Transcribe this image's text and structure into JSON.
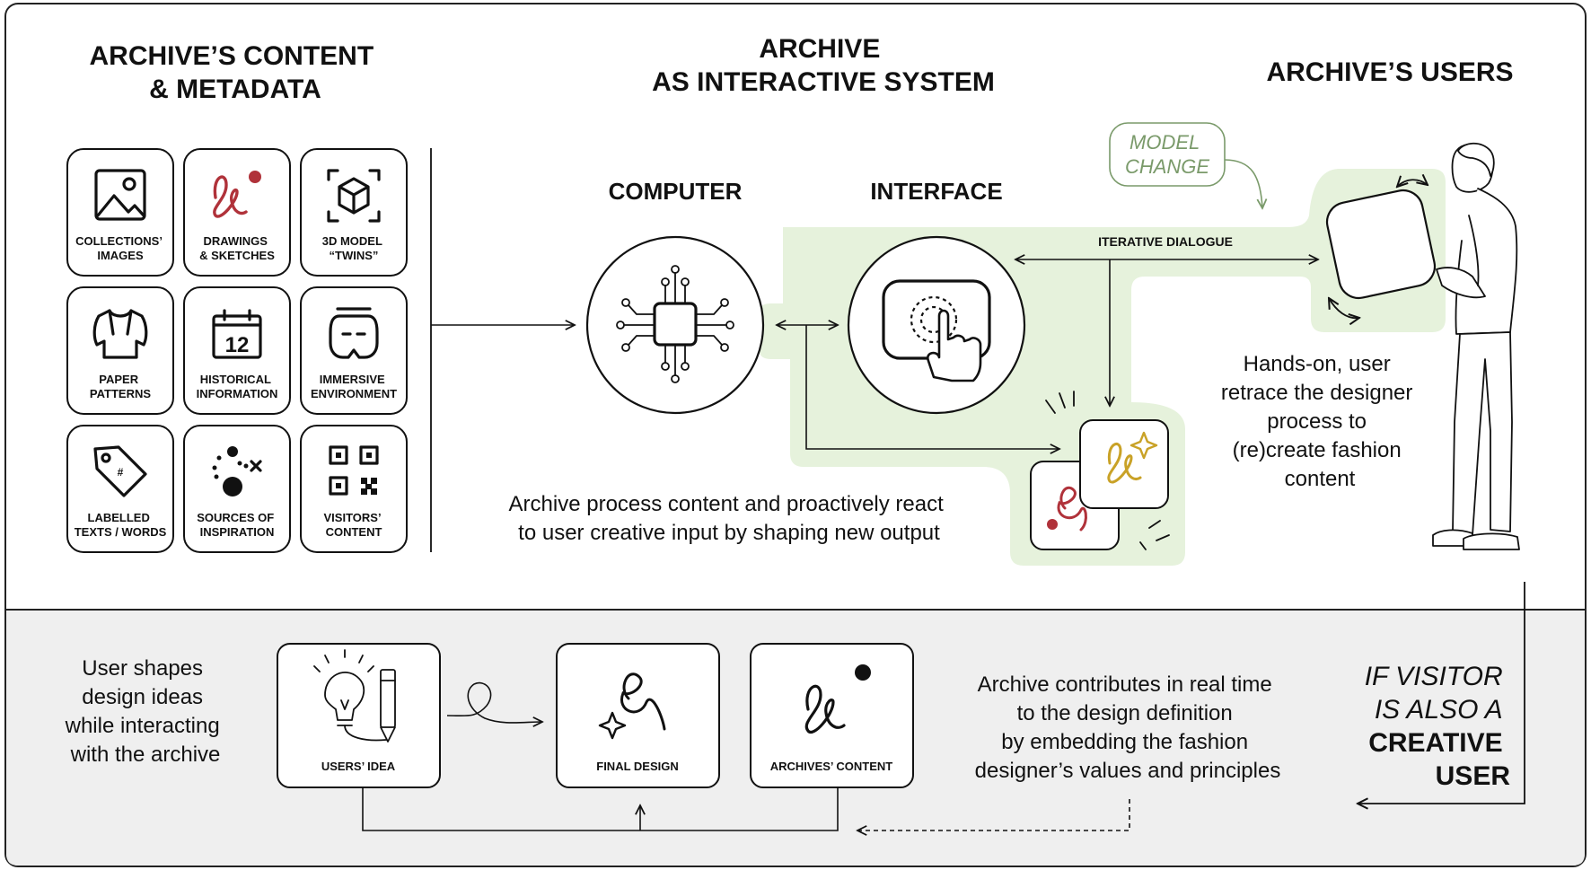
{
  "colors": {
    "accent_red": "#b0323a",
    "accent_gold": "#c9a227",
    "green_zone": "#e6f2dc",
    "green_text": "#7a9a6a",
    "bottom_band": "#efefef"
  },
  "sections": {
    "content_title": [
      "ARCHIVE’S CONTENT",
      "& METADATA"
    ],
    "system_title": [
      "ARCHIVE",
      "AS INTERACTIVE SYSTEM"
    ],
    "users_title": "ARCHIVE’S USERS"
  },
  "tiles": [
    {
      "icon": "image-icon",
      "lines": [
        "COLLECTIONS’",
        "IMAGES"
      ]
    },
    {
      "icon": "scribble-icon",
      "lines": [
        "DRAWINGS",
        "& SKETCHES"
      ]
    },
    {
      "icon": "cube-scan-icon",
      "lines": [
        "3D MODEL",
        "“TWINS”"
      ]
    },
    {
      "icon": "garment-icon",
      "lines": [
        "PAPER",
        "PATTERNS"
      ]
    },
    {
      "icon": "calendar-icon",
      "lines": [
        "HISTORICAL",
        "INFORMATION"
      ],
      "calendar_day": "12"
    },
    {
      "icon": "vr-headset-icon",
      "lines": [
        "IMMERSIVE",
        "ENVIRONMENT"
      ]
    },
    {
      "icon": "tag-icon",
      "lines": [
        "LABELLED",
        "TEXTS / WORDS"
      ],
      "tag_mark": "#"
    },
    {
      "icon": "dots-icon",
      "lines": [
        "SOURCES OF",
        "INSPIRATION"
      ]
    },
    {
      "icon": "qr-icon",
      "lines": [
        "VISITORS’",
        "CONTENT"
      ]
    }
  ],
  "system": {
    "computer_label": "COMPUTER",
    "interface_label": "INTERFACE",
    "dialogue_label": "ITERATIVE DIALOGUE",
    "model_change": [
      "MODEL",
      "CHANGE"
    ],
    "caption": [
      "Archive process content and proactively react",
      "to user creative input by shaping new output"
    ]
  },
  "users": {
    "caption": [
      "Hands-on, user",
      "retrace the designer",
      "process to",
      "(re)create fashion",
      "content"
    ]
  },
  "bottom": {
    "left_text": [
      "User shapes",
      "design ideas",
      "while interacting",
      "with the archive"
    ],
    "boxes": [
      {
        "icon": "idea-pencil-icon",
        "label": "USERS’ IDEA"
      },
      {
        "icon": "design-scribble-icon",
        "label": "FINAL DESIGN"
      },
      {
        "icon": "archive-scribble-icon",
        "label": "ARCHIVES’ CONTENT"
      }
    ],
    "contrib_text": [
      "Archive contributes in real time",
      "to the design definition",
      "by embedding the fashion",
      "designer’s values and principles"
    ],
    "visitor_lines": [
      "IF VISITOR",
      "IS ALSO A",
      "CREATIVE",
      "USER"
    ]
  }
}
